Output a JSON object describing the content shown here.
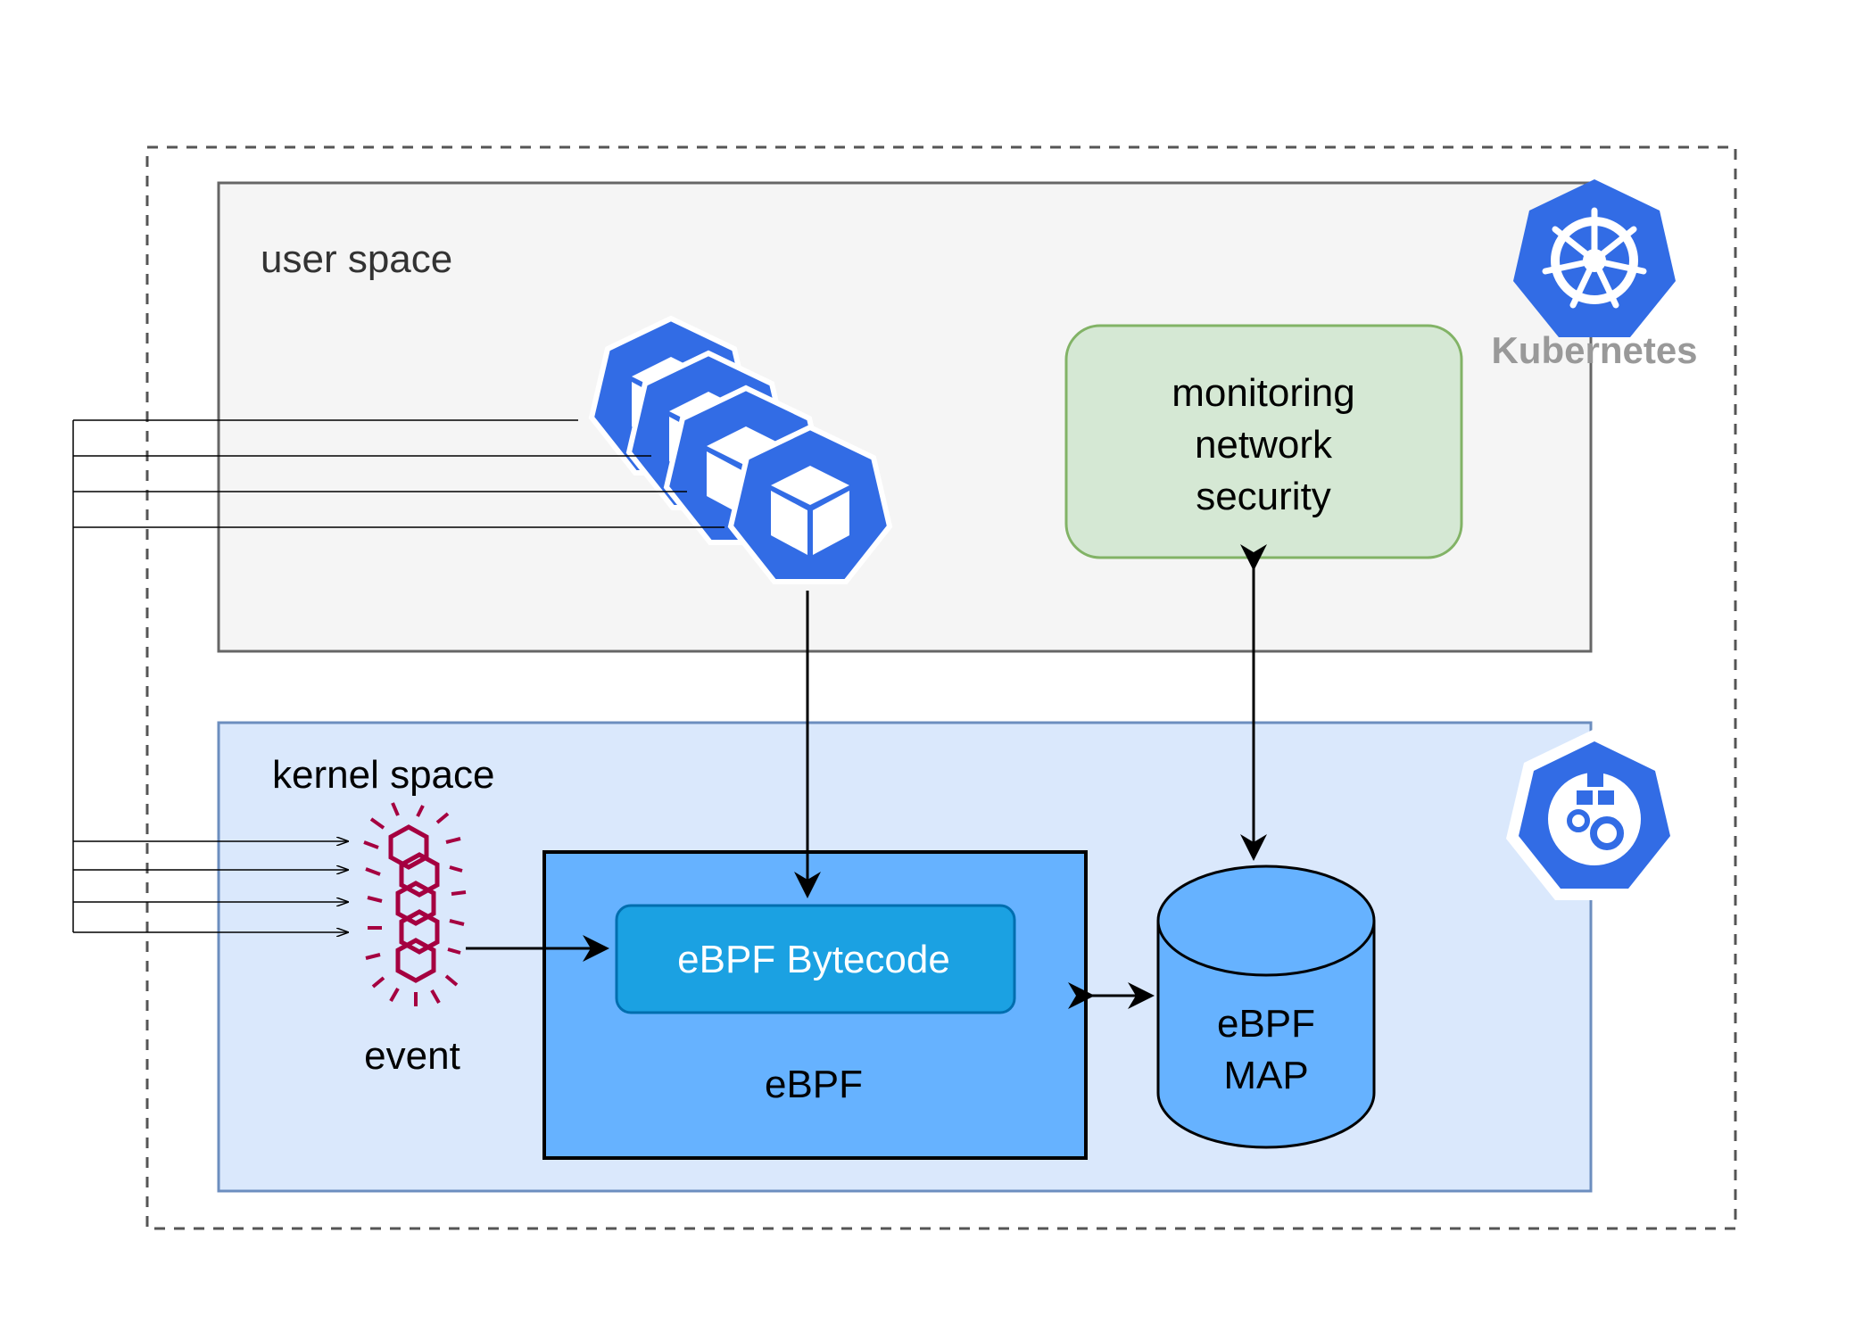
{
  "user_space": {
    "label": "user space"
  },
  "kernel_space": {
    "label": "kernel space"
  },
  "kubernetes": {
    "label": "Kubernetes"
  },
  "monitoring_box": {
    "lines": [
      "monitoring",
      "network",
      "security"
    ]
  },
  "ebpf_box": {
    "label": "eBPF",
    "bytecode_label": "eBPF Bytecode"
  },
  "ebpf_map": {
    "lines": [
      "eBPF",
      "MAP"
    ]
  },
  "event": {
    "label": "event"
  },
  "colors": {
    "k8s_blue": "#326ce5",
    "user_space_fill": "#f5f5f5",
    "kernel_space_fill": "#dae8fc",
    "kernel_space_stroke": "#6c8ebf",
    "monitoring_fill": "#d5e8d4",
    "monitoring_stroke": "#82b366",
    "ebpf_fill": "#66b2ff",
    "bytecode_fill": "#1ba1e2",
    "event_color": "#a50040"
  },
  "icons": [
    "kubernetes-logo-icon",
    "pod-cube-icon",
    "controller-manager-icon",
    "event-hexagon-icon"
  ]
}
